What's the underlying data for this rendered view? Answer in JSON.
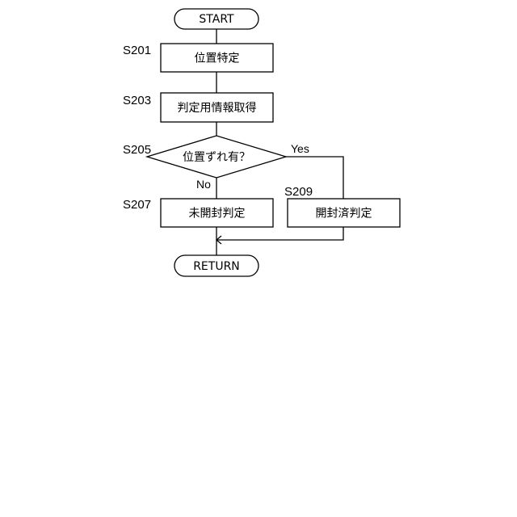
{
  "flowchart": {
    "start": "START",
    "end": "RETURN",
    "steps": {
      "s201": {
        "id": "S201",
        "label": "位置特定"
      },
      "s203": {
        "id": "S203",
        "label": "判定用情報取得"
      },
      "s205": {
        "id": "S205",
        "label": "位置ずれ有？"
      },
      "s207": {
        "id": "S207",
        "label": "未開封判定"
      },
      "s209": {
        "id": "S209",
        "label": "開封済判定"
      }
    },
    "branches": {
      "yes": "Yes",
      "no": "No"
    }
  }
}
